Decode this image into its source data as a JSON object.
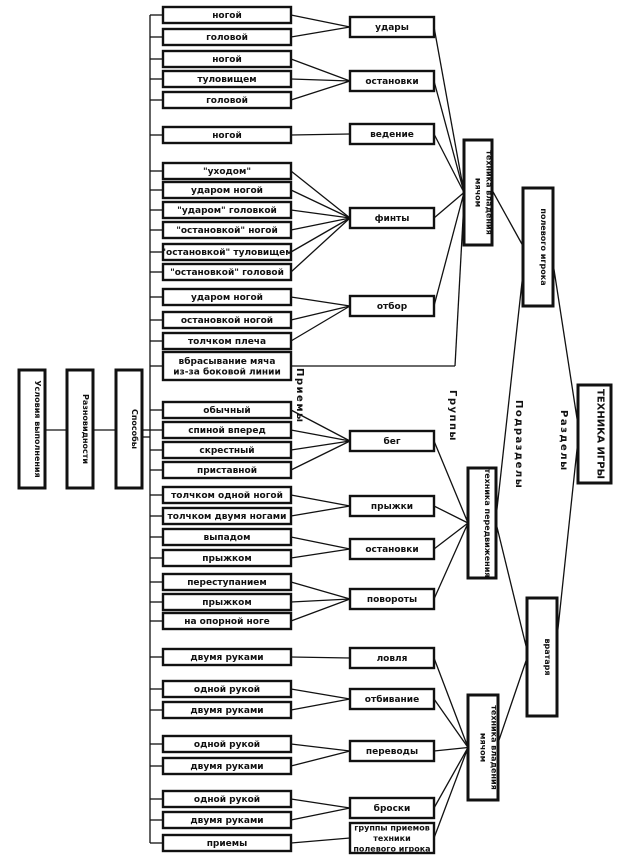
{
  "title": "ТЕХНИКА ИГРЫ",
  "level_labels": {
    "sections": "Разделы",
    "subsections": "Подразделы",
    "groups": "Группы",
    "techniques": "Приемы"
  },
  "left_columns": {
    "conditions": "Условия выполнения",
    "varieties": "Разновидности",
    "methods": "Способы"
  },
  "sections": {
    "field_player": "полевого игрока",
    "goalkeeper": "вратаря"
  },
  "subsections": {
    "fp_ball": "техника владения мячом",
    "movement": "техника передвижения",
    "gk_ball": "техника владения мячом"
  },
  "groups": [
    {
      "id": "udary",
      "label": "удары",
      "subsection": "fp_ball",
      "methods": [
        "ногой",
        "головой"
      ]
    },
    {
      "id": "ostanovki1",
      "label": "остановки",
      "subsection": "fp_ball",
      "methods": [
        "ногой",
        "туловищем",
        "головой"
      ]
    },
    {
      "id": "vedenie",
      "label": "ведение",
      "subsection": "fp_ball",
      "methods": [
        "ногой"
      ]
    },
    {
      "id": "finty",
      "label": "финты",
      "subsection": "fp_ball",
      "methods": [
        "\"уходом\"",
        "ударом ногой",
        "\"ударом\" головкой",
        "\"остановкой\" ногой",
        "\"остановкой\" туловищем",
        "\"остановкой\" головой"
      ]
    },
    {
      "id": "otbor",
      "label": "отбор",
      "subsection": "fp_ball",
      "methods": [
        "ударом ногой",
        "остановкой ногой",
        "толчком плеча"
      ]
    },
    {
      "id": "vbrasyvanie",
      "label": "",
      "subsection": "fp_ball",
      "methods": [
        "вбрасывание мяча из-за боковой линии"
      ]
    },
    {
      "id": "beg",
      "label": "бег",
      "subsection": "movement",
      "methods": [
        "обычный",
        "спиной вперед",
        "скрестный",
        "приставной"
      ]
    },
    {
      "id": "pryzhki",
      "label": "прыжки",
      "subsection": "movement",
      "methods": [
        "толчком одной ногой",
        "толчком двумя ногами"
      ]
    },
    {
      "id": "ostanovki2",
      "label": "остановки",
      "subsection": "movement",
      "methods": [
        "выпадом",
        "прыжком"
      ]
    },
    {
      "id": "povoroty",
      "label": "повороты",
      "subsection": "movement",
      "methods": [
        "переступанием",
        "прыжком",
        "на опорной ноге"
      ]
    },
    {
      "id": "lovlya",
      "label": "ловля",
      "subsection": "gk_ball",
      "methods": [
        "двумя руками"
      ]
    },
    {
      "id": "otbivanie",
      "label": "отбивание",
      "subsection": "gk_ball",
      "methods": [
        "одной рукой",
        "двумя руками"
      ]
    },
    {
      "id": "perevody",
      "label": "переводы",
      "subsection": "gk_ball",
      "methods": [
        "одной рукой",
        "двумя руками"
      ]
    },
    {
      "id": "broski",
      "label": "броски",
      "subsection": "gk_ball",
      "methods": [
        "одной рукой",
        "двумя руками"
      ]
    },
    {
      "id": "fp_groups",
      "label": "группы приемов техники полевого игрока",
      "subsection": "gk_ball",
      "methods": [
        "приемы"
      ]
    }
  ]
}
